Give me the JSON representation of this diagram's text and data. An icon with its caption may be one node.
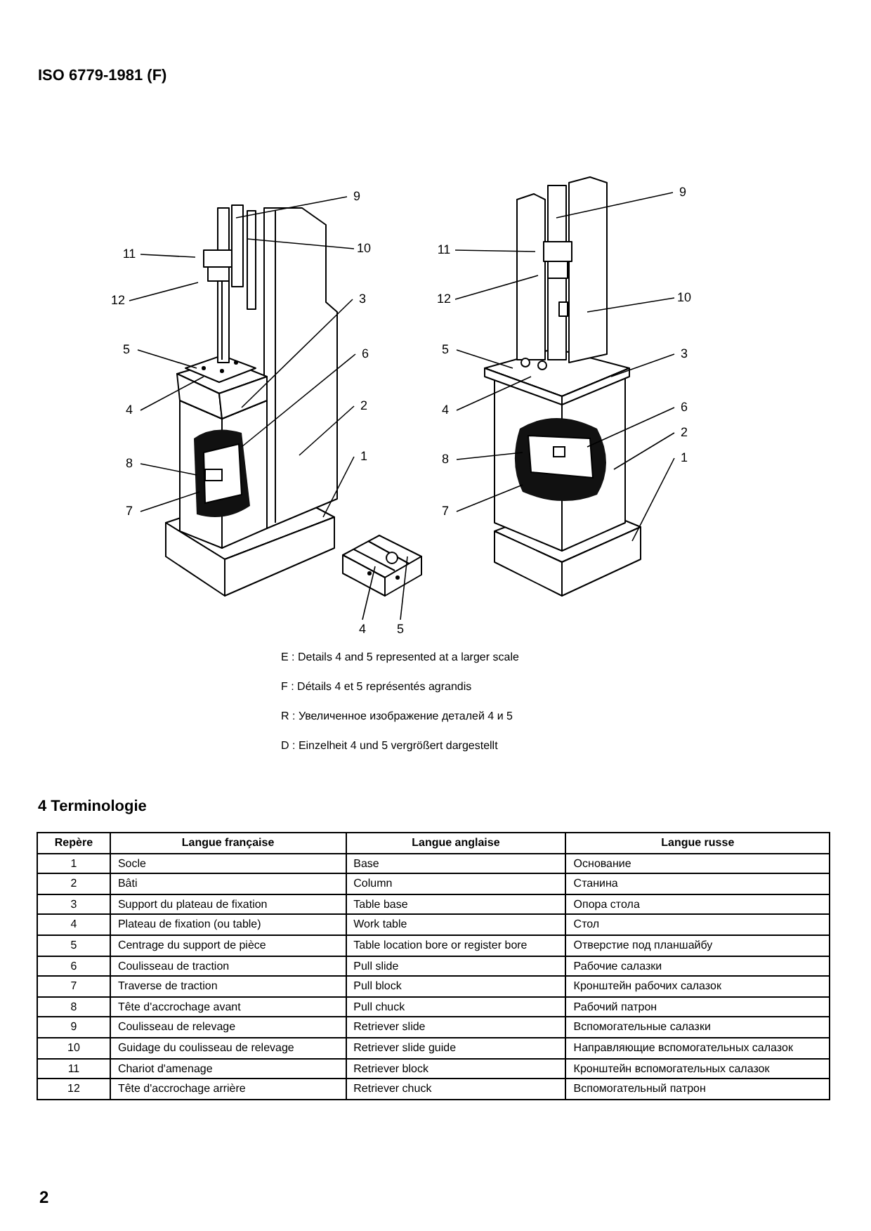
{
  "diagram": {
    "title": "4 Terminologie",
    "nodes": [
      {
        "text": [
          "9"
        ]
      },
      {
        "text": [
          "10"
        ]
      },
      {
        "text": [
          "11"
        ]
      },
      {
        "text": [
          "12"
        ]
      },
      {
        "text": [
          "3"
        ]
      },
      {
        "text": [
          "5"
        ]
      },
      {
        "text": [
          "6"
        ]
      },
      {
        "text": [
          "4"
        ]
      },
      {
        "text": [
          "2"
        ]
      },
      {
        "text": [
          "8"
        ]
      },
      {
        "text": [
          "1"
        ]
      },
      {
        "text": [
          "7"
        ]
      },
      {
        "text": [
          "9"
        ]
      },
      {
        "text": [
          "11"
        ]
      },
      {
        "text": [
          "12"
        ]
      },
      {
        "text": [
          "10"
        ]
      },
      {
        "text": [
          "5"
        ]
      },
      {
        "text": [
          "3"
        ]
      },
      {
        "text": [
          "4"
        ]
      },
      {
        "text": [
          "6"
        ]
      },
      {
        "text": [
          "2"
        ]
      },
      {
        "text": [
          "8"
        ]
      },
      {
        "text": [
          "1"
        ]
      },
      {
        "text": [
          "7"
        ]
      },
      {
        "text": [
          "4"
        ]
      },
      {
        "text": [
          "5"
        ]
      }
    ],
    "edges": [
      {
        "from": 0,
        "to": null,
        "arrow": "none"
      },
      {
        "from": 1,
        "to": null,
        "arrow": "none"
      },
      {
        "from": 2,
        "to": null,
        "arrow": "none"
      },
      {
        "from": 3,
        "to": null,
        "arrow": "none"
      },
      {
        "from": 4,
        "to": null,
        "arrow": "none"
      },
      {
        "from": 5,
        "to": null,
        "arrow": "none"
      },
      {
        "from": 6,
        "to": null,
        "arrow": "none"
      },
      {
        "from": 7,
        "to": null,
        "arrow": "none"
      },
      {
        "from": 8,
        "to": null,
        "arrow": "none"
      },
      {
        "from": 9,
        "to": null,
        "arrow": "none"
      },
      {
        "from": 10,
        "to": null,
        "arrow": "none"
      },
      {
        "from": 11,
        "to": null,
        "arrow": "none"
      },
      {
        "from": 12,
        "to": null,
        "arrow": "none"
      },
      {
        "from": 13,
        "to": null,
        "arrow": "none"
      },
      {
        "from": 14,
        "to": null,
        "arrow": "none"
      },
      {
        "from": 15,
        "to": null,
        "arrow": "none"
      },
      {
        "from": 16,
        "to": null,
        "arrow": "none"
      },
      {
        "from": 17,
        "to": null,
        "arrow": "none"
      },
      {
        "from": 18,
        "to": null,
        "arrow": "none"
      },
      {
        "from": 19,
        "to": null,
        "arrow": "none"
      },
      {
        "from": 20,
        "to": null,
        "arrow": "none"
      },
      {
        "from": 21,
        "to": null,
        "arrow": "none"
      },
      {
        "from": 22,
        "to": null,
        "arrow": "none"
      },
      {
        "from": 23,
        "to": null,
        "arrow": "none"
      },
      {
        "from": 24,
        "to": null,
        "arrow": "none"
      },
      {
        "from": 25,
        "to": null,
        "arrow": "none"
      }
    ],
    "labels": [
      "ISO 6779-1981 (F)",
      "E : Details 4 and 5 represented at a larger scale",
      "F : Détails 4 et 5 représentés agrandis",
      "R : Увеличенное изображение деталей 4 и 5",
      "D : Einzelheit 4 und 5 vergrößert dargestellt",
      "Repère",
      "Langue française",
      "Langue anglaise",
      "Langue russe",
      "1",
      "Socle",
      "Base",
      "Основание",
      "2",
      "Bâti",
      "Column",
      "Станина",
      "3",
      "Support du plateau de fixation",
      "Table base",
      "Опора стола",
      "4",
      "Plateau de fixation (ou table)",
      "Work table",
      "Стол",
      "5",
      "Centrage du support de pièce",
      "Table location bore or register bore",
      "Отверстие под планшайбу",
      "6",
      "Coulisseau de traction",
      "Pull slide",
      "Рабочие салазки",
      "7",
      "Traverse de traction",
      "Pull block",
      "Кронштейн рабочих салазок",
      "8",
      "Tête d'accrochage avant",
      "Pull chuck",
      "Рабочий патрон",
      "9",
      "Coulisseau de relevage",
      "Retriever slide",
      "Вспомогательные салазки",
      "10",
      "Guidage du coulisseau de relevage",
      "Retriever slide guide",
      "Направляющие вспомогательных салазок",
      "11",
      "Chariot d'amenage",
      "Retriever block",
      "Кронштейн вспомогательных салазок",
      "12",
      "Tête d'accrochage arrière",
      "Retriever chuck",
      "Вспомогательный патрон",
      "2"
    ]
  }
}
